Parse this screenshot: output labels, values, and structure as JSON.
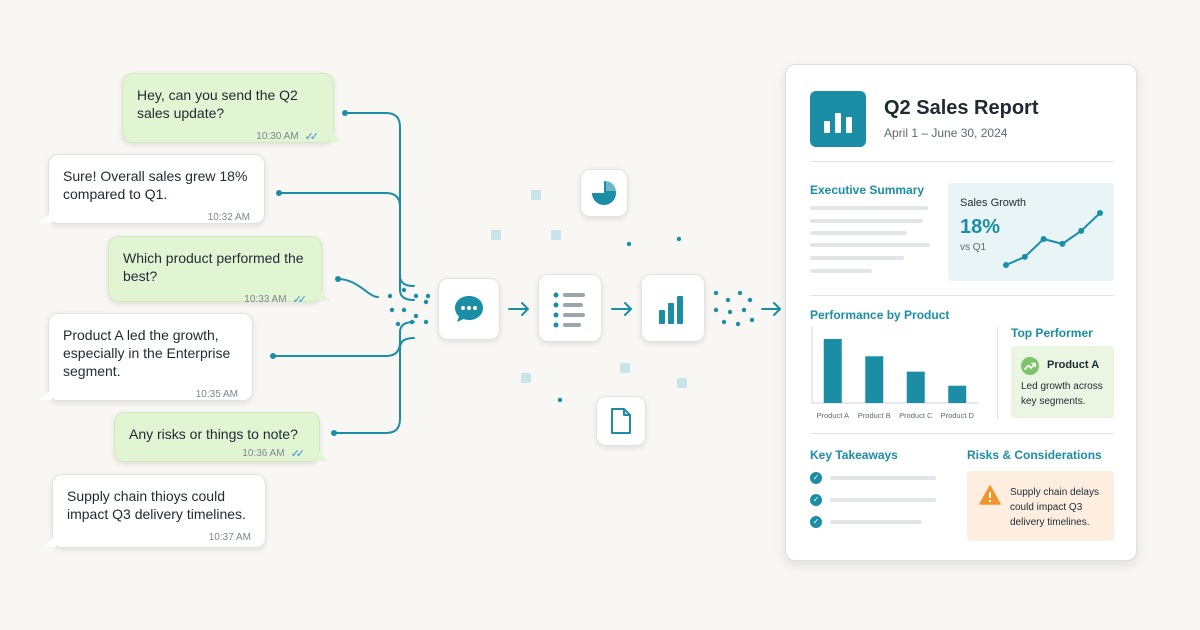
{
  "colors": {
    "accent": "#1b8ea6",
    "sent_bubble": "#e2f5d3",
    "received_bubble": "#ffffff",
    "read_tick": "#3b8fd6",
    "top_performer_bg": "#eaf6e2",
    "risk_bg": "#fdeee0",
    "warning": "#f0952b",
    "growth_bg": "#e8f4f6"
  },
  "chat": {
    "messages": [
      {
        "side": "sent",
        "text": "Hey, can you send the Q2 sales update?",
        "time": "10:30 AM",
        "read": true
      },
      {
        "side": "received",
        "text": "Sure! Overall sales grew 18% compared to Q1.",
        "time": "10:32 AM",
        "read": false
      },
      {
        "side": "sent",
        "text": "Which product performed the best?",
        "time": "10:33 AM",
        "read": true
      },
      {
        "side": "received",
        "text": "Product A led the growth, especially in the Enterprise segment.",
        "time": "10:35 AM",
        "read": false
      },
      {
        "side": "sent",
        "text": "Any risks or things to note?",
        "time": "10:36 AM",
        "read": true
      },
      {
        "side": "received",
        "text": "Supply chain thioys could impact Q3 delivery timelines.",
        "time": "10:37 AM",
        "read": false
      }
    ]
  },
  "pipeline": {
    "steps": [
      {
        "icon": "chat-bubble-icon"
      },
      {
        "icon": "bulleted-list-icon"
      },
      {
        "icon": "bar-chart-icon"
      }
    ],
    "floating_icons": [
      "pie-chart-icon",
      "document-icon"
    ]
  },
  "report": {
    "title": "Q2 Sales Report",
    "date_range": "April 1 – June 30, 2024",
    "logo_icon": "bar-chart-icon",
    "executive_summary": {
      "title": "Executive Summary"
    },
    "sales_growth": {
      "label": "Sales Growth",
      "value": "18%",
      "comparison": "vs Q1",
      "trend": [
        1.0,
        2.0,
        4.2,
        3.6,
        5.2,
        7.4
      ]
    },
    "performance": {
      "title": "Performance by Product",
      "chart_data": {
        "type": "bar",
        "categories": [
          "Product A",
          "Product B",
          "Product C",
          "Product D"
        ],
        "values": [
          100,
          73,
          49,
          27
        ],
        "ylim": [
          0,
          100
        ],
        "grid": false,
        "legend": "none"
      }
    },
    "top_performer": {
      "title": "Top Performer",
      "product": "Product A",
      "description": "Led growth across key segments.",
      "icon": "trending-up-icon"
    },
    "key_takeaways": {
      "title": "Key Takeaways",
      "count": 3
    },
    "risks": {
      "title": "Risks & Considerations",
      "text": "Supply chain delays could impact Q3 delivery timelines.",
      "icon": "warning-icon"
    }
  }
}
